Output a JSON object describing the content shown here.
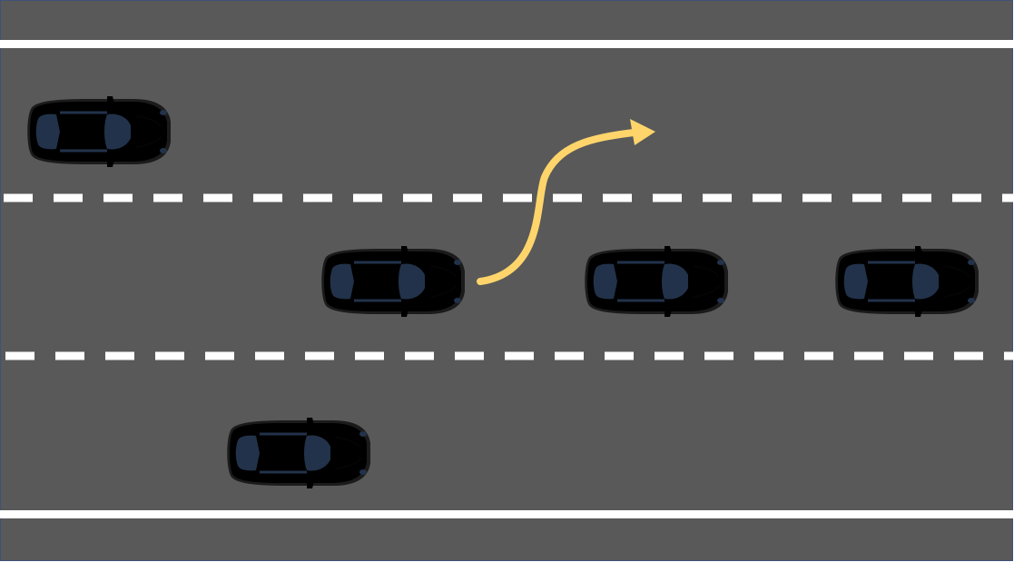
{
  "colors": {
    "road": "#595959",
    "border": "#3f5178",
    "solid_line": "#ffffff",
    "dashed_line": "#ffffff",
    "ego_car": "#ff1a1a",
    "other_car": "#1a8cff",
    "window": "#22324a",
    "arrow": "#ffd56b"
  },
  "scene": {
    "lanes": 3,
    "ego_car": {
      "lane": 2,
      "action": "lane-change-left"
    },
    "other_cars": [
      {
        "lane": 1,
        "position": "rear"
      },
      {
        "lane": 2,
        "position": "ahead"
      },
      {
        "lane": 2,
        "position": "far-ahead"
      },
      {
        "lane": 3,
        "position": "rear"
      }
    ],
    "icons": [
      "car-icon",
      "lane-change-arrow-icon"
    ]
  }
}
